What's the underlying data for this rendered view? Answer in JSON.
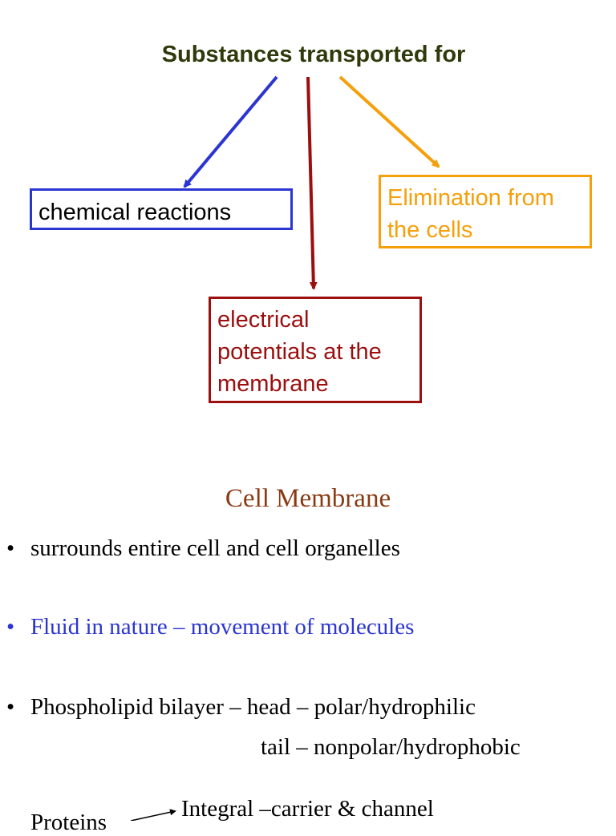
{
  "title": "Substances transported for",
  "boxes": {
    "chemical": "chemical reactions",
    "elimination": [
      "Elimination from",
      "the cells"
    ],
    "electrical": [
      "electrical",
      "potentials at the",
      "membrane"
    ]
  },
  "section_title": "Cell Membrane",
  "bullets": [
    {
      "glyph": "•",
      "text": "surrounds entire cell and cell organelles",
      "color": "#000000"
    },
    {
      "glyph": "•",
      "text": "Fluid in nature – movement of molecules",
      "color": "#2b35d1"
    },
    {
      "glyph": "•",
      "text": "Phospholipid bilayer – head – polar/hydrophilic",
      "color": "#000000"
    }
  ],
  "bullet_continuation": "tail – nonpolar/hydrophobic",
  "proteins_label": "Proteins",
  "proteins_branch": "Integral –carrier & channel",
  "colors": {
    "blue": "#2b35d1",
    "orange": "#f59f0a",
    "maroon": "#9b0f0f",
    "title": "#2f3a0b",
    "section": "#8a3a13"
  }
}
